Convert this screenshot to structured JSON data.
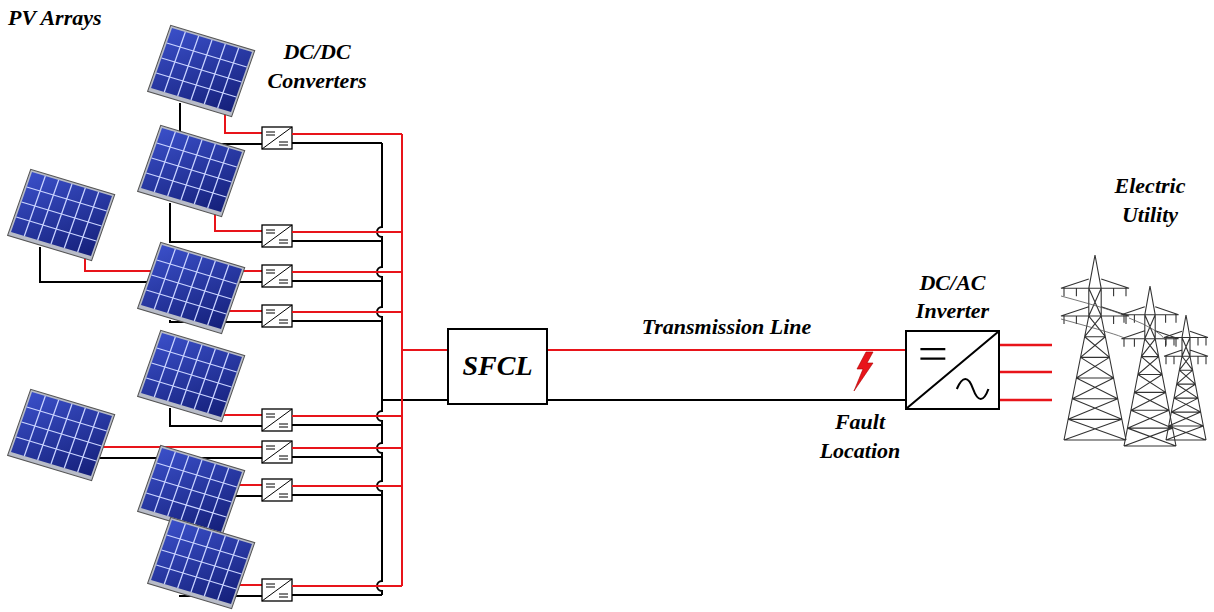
{
  "diagram": {
    "nodes": [
      {
        "text": [
          "SFCL"
        ]
      },
      {
        "text": [
          "DC/AC Inverter"
        ]
      }
    ],
    "edges": [
      {
        "from": 0,
        "to": 1,
        "arrow": "none",
        "label": "Transmission Line"
      },
      {
        "from": 0,
        "to": 1,
        "arrow": "none"
      }
    ],
    "labels": [
      "PV Arrays",
      "DC/DC Converters",
      "Fault Location",
      "Electric Utility"
    ]
  }
}
